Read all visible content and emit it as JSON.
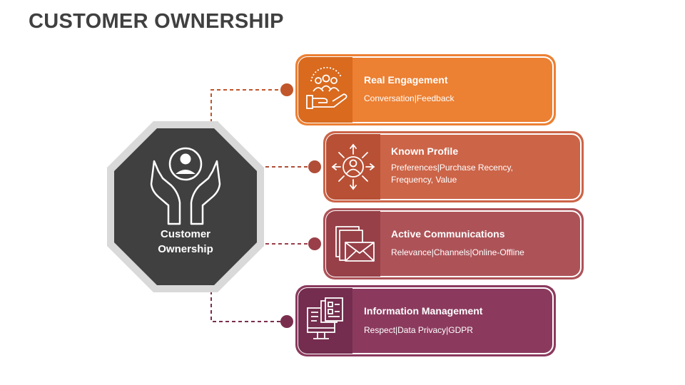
{
  "title": "CUSTOMER OWNERSHIP",
  "center": {
    "line1": "Customer",
    "line2": "Ownership",
    "icon": "hands-holding-person-icon"
  },
  "items": [
    {
      "title": "Real Engagement",
      "subtitle": "Conversation|Feedback",
      "subtitle2": "",
      "color": "#ec8033",
      "icon_bg": "#d96a1e",
      "icon": "team-in-hand-icon"
    },
    {
      "title": "Known Profile",
      "subtitle": "Preferences|Purchase Recency,",
      "subtitle2": "Frequency, Value",
      "color": "#cc6448",
      "icon_bg": "#b85035",
      "icon": "profile-arrows-icon"
    },
    {
      "title": "Active Communications",
      "subtitle": "Relevance|Channels|Online-Offline",
      "subtitle2": "",
      "color": "#ad5358",
      "icon_bg": "#974048",
      "icon": "envelopes-icon"
    },
    {
      "title": "Information Management",
      "subtitle": "Respect|Data Privacy|GDPR",
      "subtitle2": "",
      "color": "#8b3a5e",
      "icon_bg": "#742d4e",
      "icon": "computer-documents-icon"
    }
  ]
}
